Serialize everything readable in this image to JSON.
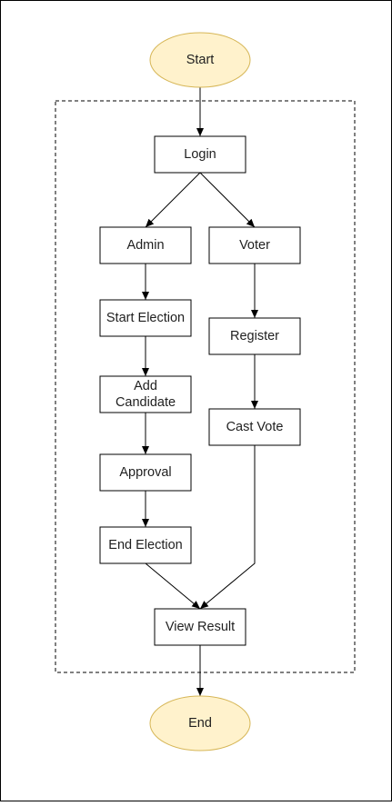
{
  "diagram": {
    "nodes": [
      {
        "id": "start",
        "shape": "ellipse",
        "lines": [
          "Start"
        ]
      },
      {
        "id": "login",
        "shape": "rect",
        "lines": [
          "Login"
        ]
      },
      {
        "id": "admin",
        "shape": "rect",
        "lines": [
          "Admin"
        ]
      },
      {
        "id": "voter",
        "shape": "rect",
        "lines": [
          "Voter"
        ]
      },
      {
        "id": "start-election",
        "shape": "rect",
        "lines": [
          "Start Election"
        ]
      },
      {
        "id": "register",
        "shape": "rect",
        "lines": [
          "Register"
        ]
      },
      {
        "id": "add-candidate",
        "shape": "rect",
        "lines": [
          "Add",
          "Candidate"
        ]
      },
      {
        "id": "cast-vote",
        "shape": "rect",
        "lines": [
          "Cast Vote"
        ]
      },
      {
        "id": "approval",
        "shape": "rect",
        "lines": [
          "Approval"
        ]
      },
      {
        "id": "end-election",
        "shape": "rect",
        "lines": [
          "End Election"
        ]
      },
      {
        "id": "view-result",
        "shape": "rect",
        "lines": [
          "View Result"
        ]
      },
      {
        "id": "end",
        "shape": "ellipse",
        "lines": [
          "End"
        ]
      }
    ],
    "edges": [
      {
        "from": "start",
        "to": "login"
      },
      {
        "from": "login",
        "to": "admin"
      },
      {
        "from": "login",
        "to": "voter"
      },
      {
        "from": "admin",
        "to": "start-election"
      },
      {
        "from": "start-election",
        "to": "add-candidate"
      },
      {
        "from": "add-candidate",
        "to": "approval"
      },
      {
        "from": "approval",
        "to": "end-election"
      },
      {
        "from": "end-election",
        "to": "view-result"
      },
      {
        "from": "voter",
        "to": "register"
      },
      {
        "from": "register",
        "to": "cast-vote"
      },
      {
        "from": "cast-vote",
        "to": "view-result"
      },
      {
        "from": "view-result",
        "to": "end"
      }
    ],
    "colors": {
      "terminal_fill": "#fff2cc",
      "terminal_stroke": "#d6b656",
      "box_fill": "#ffffff",
      "stroke": "#000000"
    }
  }
}
